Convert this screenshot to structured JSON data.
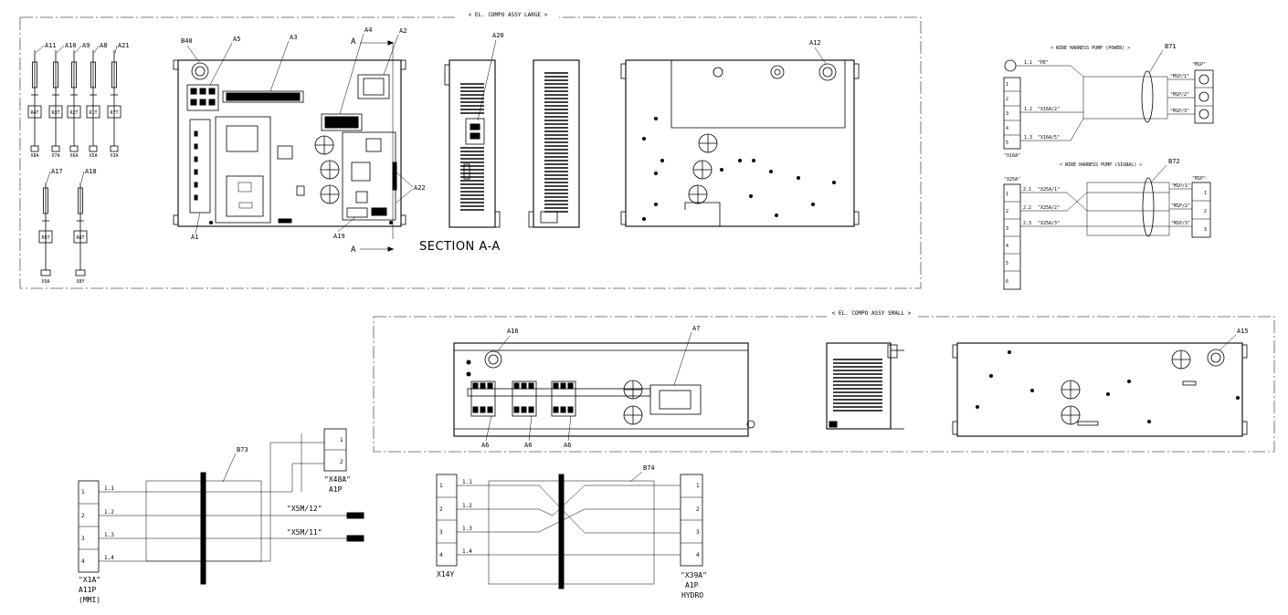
{
  "frames": {
    "large_title": "< EL. COMPO ASSY LARGE >",
    "small_title": "< EL. COMPO ASSY SMALL >",
    "section": "SECTION A-A",
    "section_mark": "A"
  },
  "callouts": {
    "top": [
      "A11",
      "A10",
      "A9",
      "A8",
      "A21",
      "B40",
      "A5",
      "A3",
      "A4",
      "A2",
      "A20",
      "A12"
    ],
    "mid": [
      "A17",
      "A18",
      "A1",
      "A19",
      "A22"
    ],
    "small": [
      "A16",
      "A7",
      "A15",
      "A6",
      "A6",
      "A6"
    ]
  },
  "sensors_top": [
    {
      "label": "R4T",
      "connector": "X8A"
    },
    {
      "label": "R3T",
      "connector": "X7A"
    },
    {
      "label": "R2T",
      "connector": "X6A"
    },
    {
      "label": "R1T",
      "connector": "X5A"
    },
    {
      "label": "R7T",
      "connector": "X3A"
    }
  ],
  "sensors_bottom": [
    {
      "label": "R5T",
      "connector": "X9A"
    },
    {
      "label": "R6T",
      "connector": "X8Y"
    }
  ],
  "harness_power": {
    "title": "< WIRE HARNESS PUMP (POWER) >",
    "id": "B71",
    "left_conn": "\"X16A\"",
    "right_conn": "\"M1P\"",
    "pins": [
      "1",
      "2",
      "3",
      "4",
      "5"
    ],
    "wires": [
      {
        "num": "1.1",
        "from": "\"PE\"",
        "to": ""
      },
      {
        "num": "1.2",
        "from": "\"X16A/2\"",
        "to": "\"M1P/2\""
      },
      {
        "num": "1.3",
        "from": "\"X16A/5\"",
        "to": "\"M1P/3\""
      }
    ],
    "top_right": "\"M1P/1\""
  },
  "harness_signal": {
    "title": "< WIRE HARNESS PUMP (SIGNAL) >",
    "id": "B72",
    "left_conn": "\"X25A\"",
    "right_conn": "\"M1P\"",
    "pins": [
      "1",
      "2",
      "3",
      "4",
      "5",
      "6"
    ],
    "right_pins": [
      "1",
      "2",
      "3"
    ],
    "wires": [
      {
        "num": "2.1",
        "from": "\"X25A/1\"",
        "to": "\"M1P/1\""
      },
      {
        "num": "2.2",
        "from": "\"X25A/2\"",
        "to": "\"M1P/2\""
      },
      {
        "num": "2.3",
        "from": "\"X25A/3\"",
        "to": "\"M1P/3\""
      }
    ]
  },
  "harness_b73": {
    "id": "B73",
    "left_pins": [
      "1",
      "2",
      "3",
      "4"
    ],
    "wires": [
      "1.1",
      "1.2",
      "1.3",
      "1.4"
    ],
    "left_conn": [
      "\"X1A\"",
      "A11P",
      "(MMI)"
    ],
    "right_conn": [
      "\"X48A\"",
      "A1P"
    ],
    "right_pins": [
      "1",
      "2"
    ],
    "terminals": [
      "\"X5M/12\"",
      "\"X5M/11\""
    ]
  },
  "harness_b74": {
    "id": "B74",
    "left_pins": [
      "1",
      "2",
      "3",
      "4"
    ],
    "right_pins": [
      "1",
      "2",
      "3",
      "4"
    ],
    "wires": [
      "1.1",
      "1.2",
      "1.3",
      "1.4"
    ],
    "left_conn": "X14Y",
    "right_conn": [
      "\"X39A\"",
      "A1P",
      "HYDRO"
    ]
  }
}
